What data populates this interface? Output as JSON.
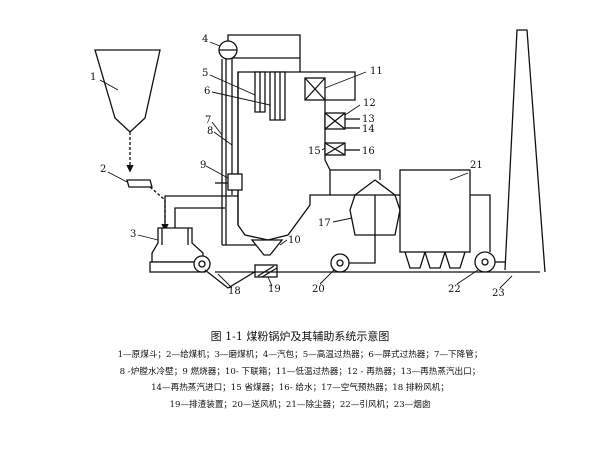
{
  "figure": {
    "caption_title": "图 1-1   煤粉锅炉及其辅助系统示意图",
    "legend_lines": [
      "1—原煤斗；2—给煤机；3—磨煤机；4—汽包；5—高温过热器；6—屏式过热器；7—下降管；",
      "8 -炉膛水冷壁；9   燃烧器；10- 下联箱；11—低温过热器；12 - 再热器；13—再热蒸汽出口；",
      "14—再热蒸汽进口；15   省煤器；16- 给水；17—空气预热器；18  排粉风机；",
      "19—排渣装置；20—送风机；21—除尘器；22—引风机；23—烟囱"
    ]
  },
  "labels": {
    "n1": "1",
    "n2": "2",
    "n3": "3",
    "n4": "4",
    "n5": "5",
    "n6": "6",
    "n7": "7",
    "n8": "8",
    "n9": "9",
    "n10": "10",
    "n11": "11",
    "n12": "12",
    "n13": "13",
    "n14": "14",
    "n15": "15",
    "n16": "16",
    "n17": "17",
    "n18": "18",
    "n19": "19",
    "n20": "20",
    "n21": "21",
    "n22": "22",
    "n23": "23"
  }
}
